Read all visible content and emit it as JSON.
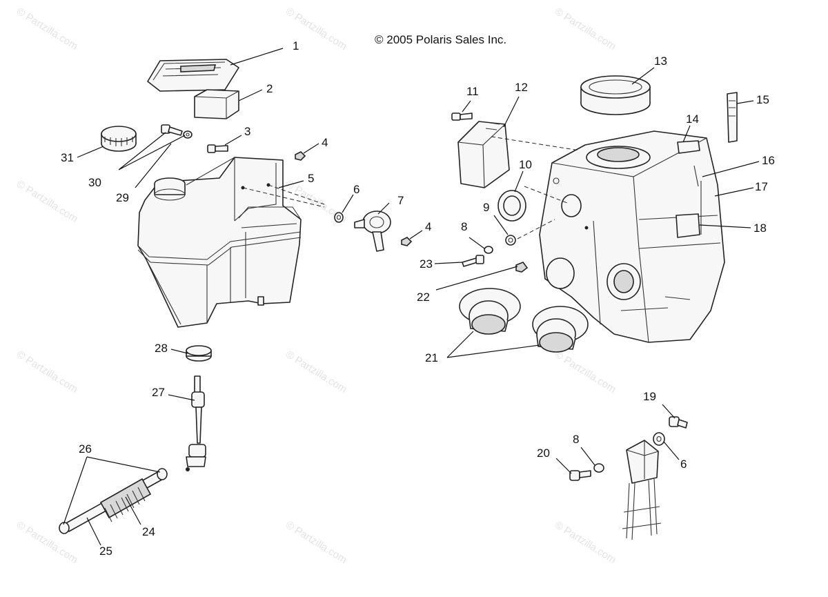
{
  "copyright": "© 2005 Polaris Sales Inc.",
  "watermark": "© Partzilla.com",
  "callouts": [
    {
      "id": "c1",
      "text": "1"
    },
    {
      "id": "c2",
      "text": "2"
    },
    {
      "id": "c3",
      "text": "3"
    },
    {
      "id": "c4a",
      "text": "4"
    },
    {
      "id": "c4b",
      "text": "4"
    },
    {
      "id": "c5",
      "text": "5"
    },
    {
      "id": "c6a",
      "text": "6"
    },
    {
      "id": "c6b",
      "text": "6"
    },
    {
      "id": "c7",
      "text": "7"
    },
    {
      "id": "c8a",
      "text": "8"
    },
    {
      "id": "c8b",
      "text": "8"
    },
    {
      "id": "c9",
      "text": "9"
    },
    {
      "id": "c10",
      "text": "10"
    },
    {
      "id": "c11",
      "text": "11"
    },
    {
      "id": "c12",
      "text": "12"
    },
    {
      "id": "c13",
      "text": "13"
    },
    {
      "id": "c14",
      "text": "14"
    },
    {
      "id": "c15",
      "text": "15"
    },
    {
      "id": "c16",
      "text": "16"
    },
    {
      "id": "c17",
      "text": "17"
    },
    {
      "id": "c18",
      "text": "18"
    },
    {
      "id": "c19",
      "text": "19"
    },
    {
      "id": "c20",
      "text": "20"
    },
    {
      "id": "c21",
      "text": "21"
    },
    {
      "id": "c22",
      "text": "22"
    },
    {
      "id": "c23",
      "text": "23"
    },
    {
      "id": "c24",
      "text": "24"
    },
    {
      "id": "c25",
      "text": "25"
    },
    {
      "id": "c26",
      "text": "26"
    },
    {
      "id": "c27",
      "text": "27"
    },
    {
      "id": "c28",
      "text": "28"
    },
    {
      "id": "c29",
      "text": "29"
    },
    {
      "id": "c30",
      "text": "30"
    },
    {
      "id": "c31",
      "text": "31"
    }
  ]
}
